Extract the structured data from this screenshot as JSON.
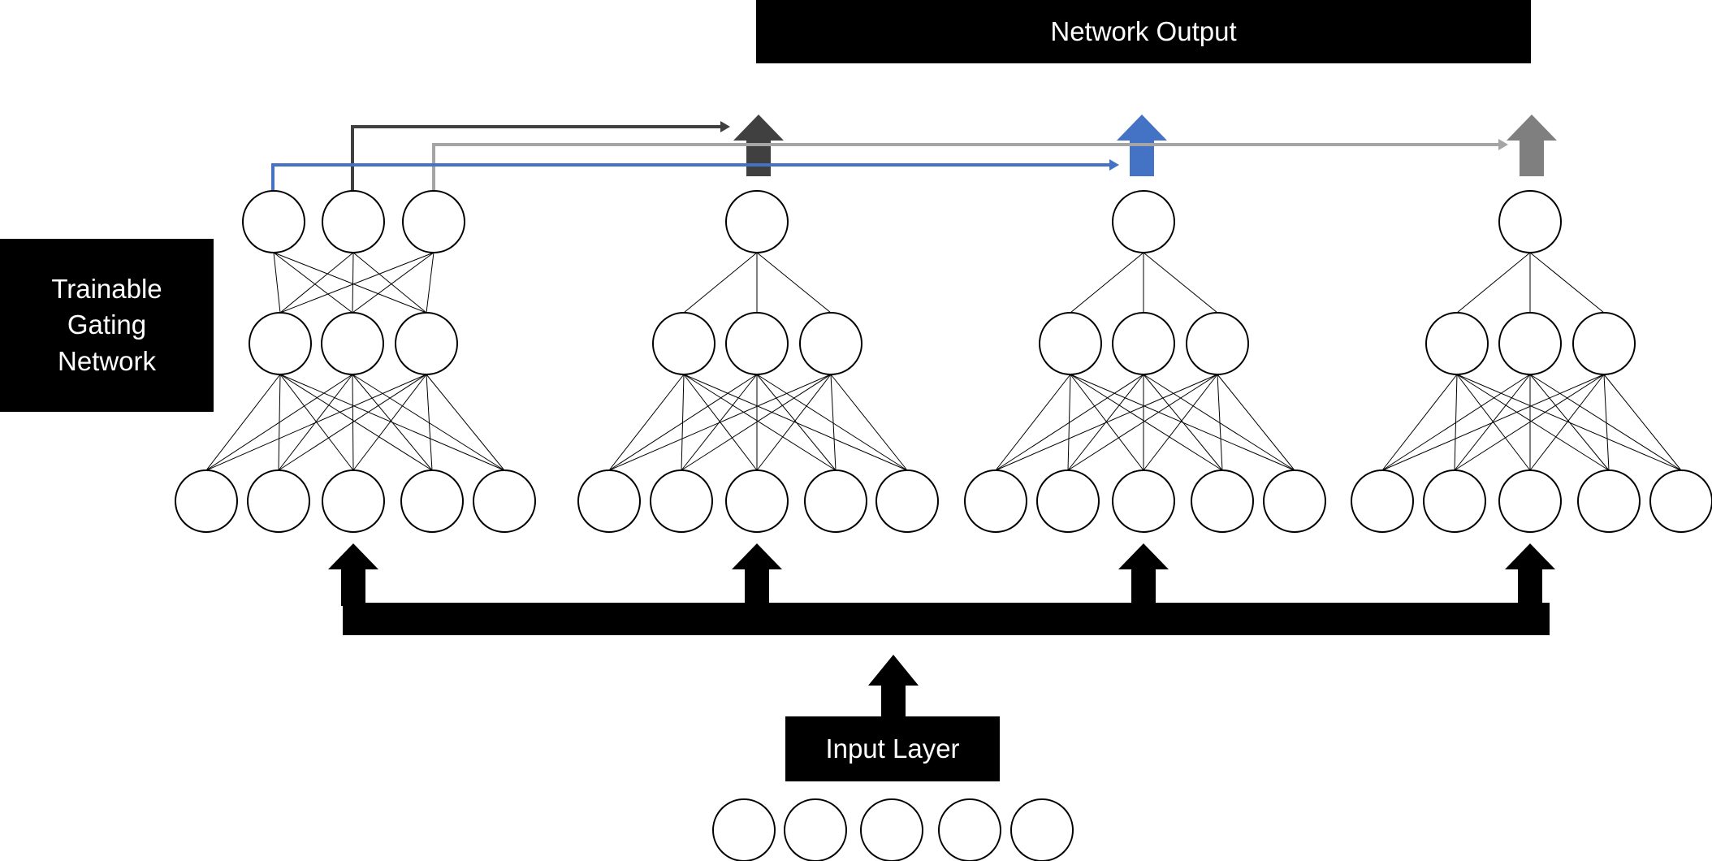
{
  "labels": {
    "network_output": "Network Output",
    "gating_network": "Trainable Gating Network",
    "input_layer": "Input Layer"
  },
  "colors": {
    "gate_blue": "#4472c4",
    "gate_dark": "#555555",
    "gate_light": "#a5a5a5",
    "expert1_output_arrow": "#404040",
    "expert2_output_arrow": "#4472c4",
    "expert3_output_arrow": "#7f7f7f",
    "gating_line_dark": "#404040",
    "gating_line_blue": "#4472c4",
    "gating_line_light": "#a5a5a5",
    "input_bus": "#000000",
    "box_background": "#000000",
    "box_text": "#ffffff"
  },
  "structure": {
    "networks": [
      {
        "name": "gating-network",
        "layers": [
          5,
          3,
          3
        ]
      },
      {
        "name": "expert-1",
        "layers": [
          5,
          3,
          1
        ]
      },
      {
        "name": "expert-2",
        "layers": [
          5,
          3,
          1
        ]
      },
      {
        "name": "expert-3",
        "layers": [
          5,
          3,
          1
        ]
      }
    ],
    "input_layer_neurons": 5
  }
}
